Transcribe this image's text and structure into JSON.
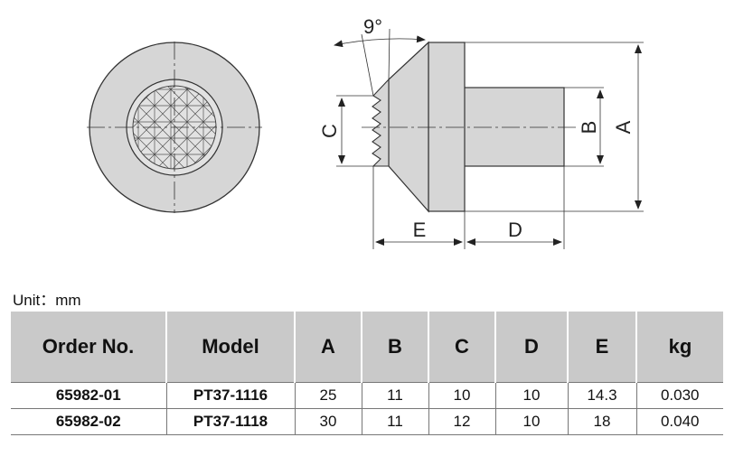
{
  "drawing": {
    "angle_label": "9°",
    "dim_a": "A",
    "dim_b": "B",
    "dim_c": "C",
    "dim_d": "D",
    "dim_e": "E"
  },
  "unit_label": "Unit：mm",
  "table": {
    "headers": [
      "Order No.",
      "Model",
      "A",
      "B",
      "C",
      "D",
      "E",
      "kg"
    ],
    "rows": [
      [
        "65982-01",
        "PT37-1116",
        "25",
        "11",
        "10",
        "10",
        "14.3",
        "0.030"
      ],
      [
        "65982-02",
        "PT37-1118",
        "30",
        "11",
        "12",
        "10",
        "18",
        "0.040"
      ]
    ]
  }
}
